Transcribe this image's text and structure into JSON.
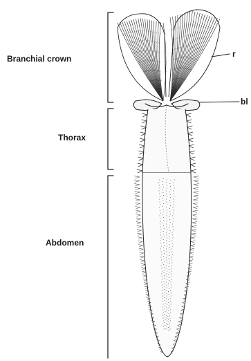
{
  "labels": {
    "branchial_crown": "Branchial crown",
    "thorax": "Thorax",
    "abdomen": "Abdomen",
    "radiole": "r",
    "branchial_lobe": "bl"
  }
}
